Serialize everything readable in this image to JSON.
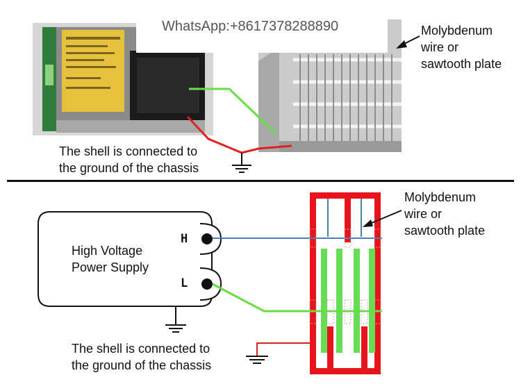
{
  "watermark": {
    "text": "WhatsApp:+8617378288890"
  },
  "top_section": {
    "electrode_label": [
      "Molybdenum",
      "wire or",
      "sawtooth plate"
    ],
    "ground_label": [
      "The shell is connected to",
      "the ground of the chassis"
    ]
  },
  "bottom_section": {
    "power_supply_label": [
      "High Voltage",
      "Power Supply"
    ],
    "terminal_h": "H",
    "terminal_l": "L",
    "electrode_label": [
      "Molybdenum",
      "wire or",
      "sawtooth plate"
    ],
    "ground_label": [
      "The shell is connected to",
      "the ground of the chassis"
    ]
  },
  "colors": {
    "ground_wire": "#e02020",
    "low_wire": "#66dd44",
    "high_wire": "#4a7fb5",
    "frame_red": "#e8141b",
    "plate_green": "#66dd55",
    "divider": "#111111"
  }
}
